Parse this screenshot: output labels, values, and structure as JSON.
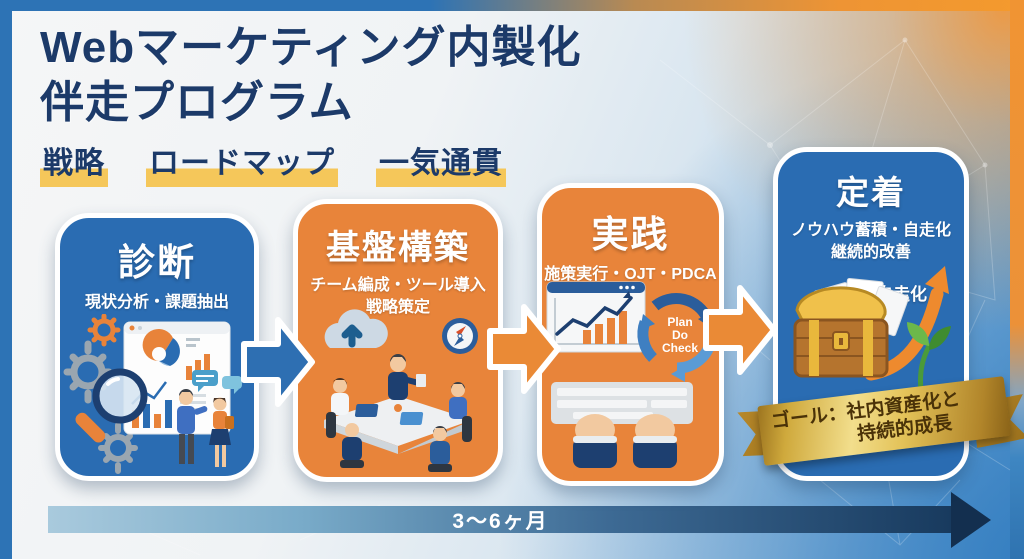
{
  "page": {
    "title_line1": "Webマーケティング内製化",
    "title_line2": "伴走プログラム"
  },
  "keywords": [
    {
      "label": "戦略"
    },
    {
      "label": "ロードマップ"
    },
    {
      "label": "一気通貫"
    }
  ],
  "steps": [
    {
      "title": "診断",
      "subtitle_line1": "現状分析・課題抽出",
      "color": "#2a6cb2"
    },
    {
      "title": "基盤構築",
      "subtitle_line1": "チーム編成・ツール導入",
      "subtitle_line2": "戦略策定",
      "color": "#e8843a"
    },
    {
      "title": "実践",
      "subtitle_line1": "施策実行・OJT・PDCA",
      "color": "#e8843a"
    },
    {
      "title": "定着",
      "subtitle_line1": "ノウハウ蓄積・自走化",
      "subtitle_line2": "継続的改善",
      "color": "#2a6cb2"
    }
  ],
  "pdca_labels": [
    "Plan",
    "Do",
    "Check"
  ],
  "step4_annotation": "自走化",
  "ribbon": {
    "line1": "ゴール：社内資産化と",
    "line2": "持続的成長"
  },
  "timeline": {
    "label": "3〜6ヶ月"
  },
  "colors": {
    "card_blue": "#2a6cb2",
    "card_orange": "#e8843a",
    "title_navy": "#1c3a69",
    "keyword_highlight": "#f5c75a",
    "ribbon_gold": "#d9b13f",
    "timeline_start": "#a9cadd",
    "timeline_end": "#16365a",
    "arrow_blue": "#2e6fb2",
    "arrow_orange": "#ea8a36"
  }
}
